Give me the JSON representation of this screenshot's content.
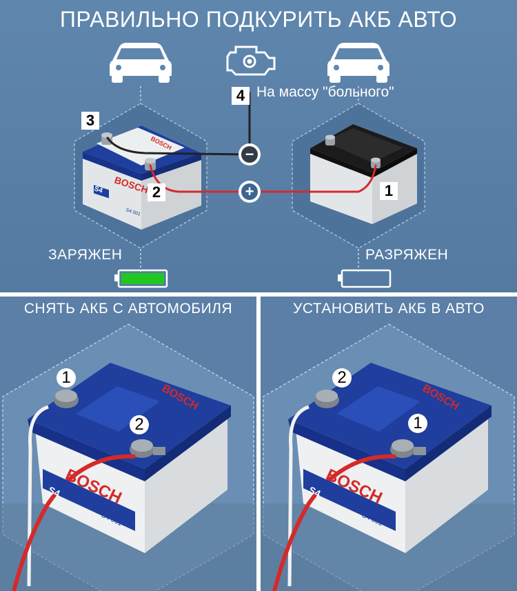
{
  "title": "ПРАВИЛЬНО ПОДКУРИТЬ АКБ АВТО",
  "top": {
    "charged_label": "ЗАРЯЖЕН",
    "discharged_label": "РАЗРЯЖЕН",
    "mass_label": "На массу \"больного\"",
    "brand": "BOSCH",
    "model": "S4",
    "model_code": "S4 001",
    "minus_symbol": "−",
    "plus_symbol": "+",
    "steps": [
      "1",
      "2",
      "3",
      "4"
    ],
    "charged_level": 1.0,
    "discharged_level": 0.0,
    "colors": {
      "charged": "#22c722",
      "minus_wire": "#222222",
      "plus_wire": "#d42a2a",
      "background": "#5a7fa6"
    }
  },
  "remove_panel": {
    "title": "СНЯТЬ АКБ С АВТОМОБИЛЯ",
    "brand": "BOSCH",
    "model": "S4",
    "model_code": "S4 001",
    "step_minus": "1",
    "step_plus": "2"
  },
  "install_panel": {
    "title": "УСТАНОВИТЬ АКБ В АВТО",
    "brand": "BOSCH",
    "model": "S4",
    "model_code": "S4 001",
    "step_minus": "2",
    "step_plus": "1"
  }
}
